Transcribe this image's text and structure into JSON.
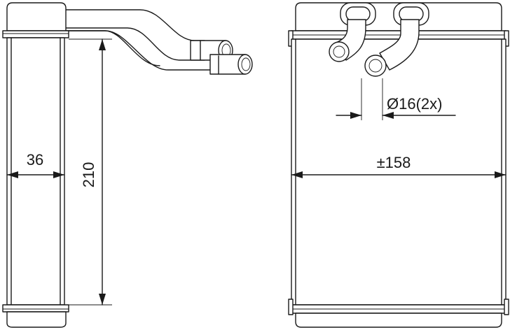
{
  "dimensions": {
    "depth": "36",
    "height": "210",
    "width": "±158",
    "pipe_diameter": "Ø16(2x)"
  },
  "views": [
    "side-view",
    "front-view"
  ],
  "colors": {
    "line": "#1a1a1a",
    "background": "#ffffff"
  }
}
